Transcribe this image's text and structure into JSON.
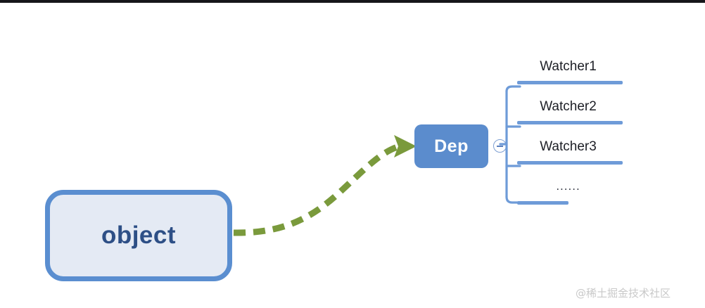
{
  "diagram": {
    "title": "Dep and Watcher relationship diagram",
    "background_color": "#ffffff",
    "top_strip_color": "#16161a",
    "nodes": {
      "object": {
        "label": "object",
        "fill": "#e4eaf4",
        "border_color": "#5a8ed0",
        "text_color": "#2d4f86"
      },
      "dep": {
        "label": "Dep",
        "fill": "#5b8ccd",
        "text_color": "#ffffff"
      }
    },
    "connector": {
      "style": "dashed-curve",
      "color": "#7a9a3c",
      "arrowhead": "triangle",
      "from": "object",
      "to": "dep"
    },
    "collapse_toggle": {
      "icon": "circle-minus-icon",
      "state": "expanded",
      "color": "#5b7fbd"
    },
    "bracket": {
      "color": "#6e9bd8",
      "branch_count": 4
    },
    "watchers": [
      {
        "label": "Watcher1",
        "rule": "full"
      },
      {
        "label": "Watcher2",
        "rule": "full"
      },
      {
        "label": "Watcher3",
        "rule": "full"
      },
      {
        "label": "......",
        "rule": "short"
      }
    ],
    "watermark": "@稀土掘金技术社区"
  }
}
